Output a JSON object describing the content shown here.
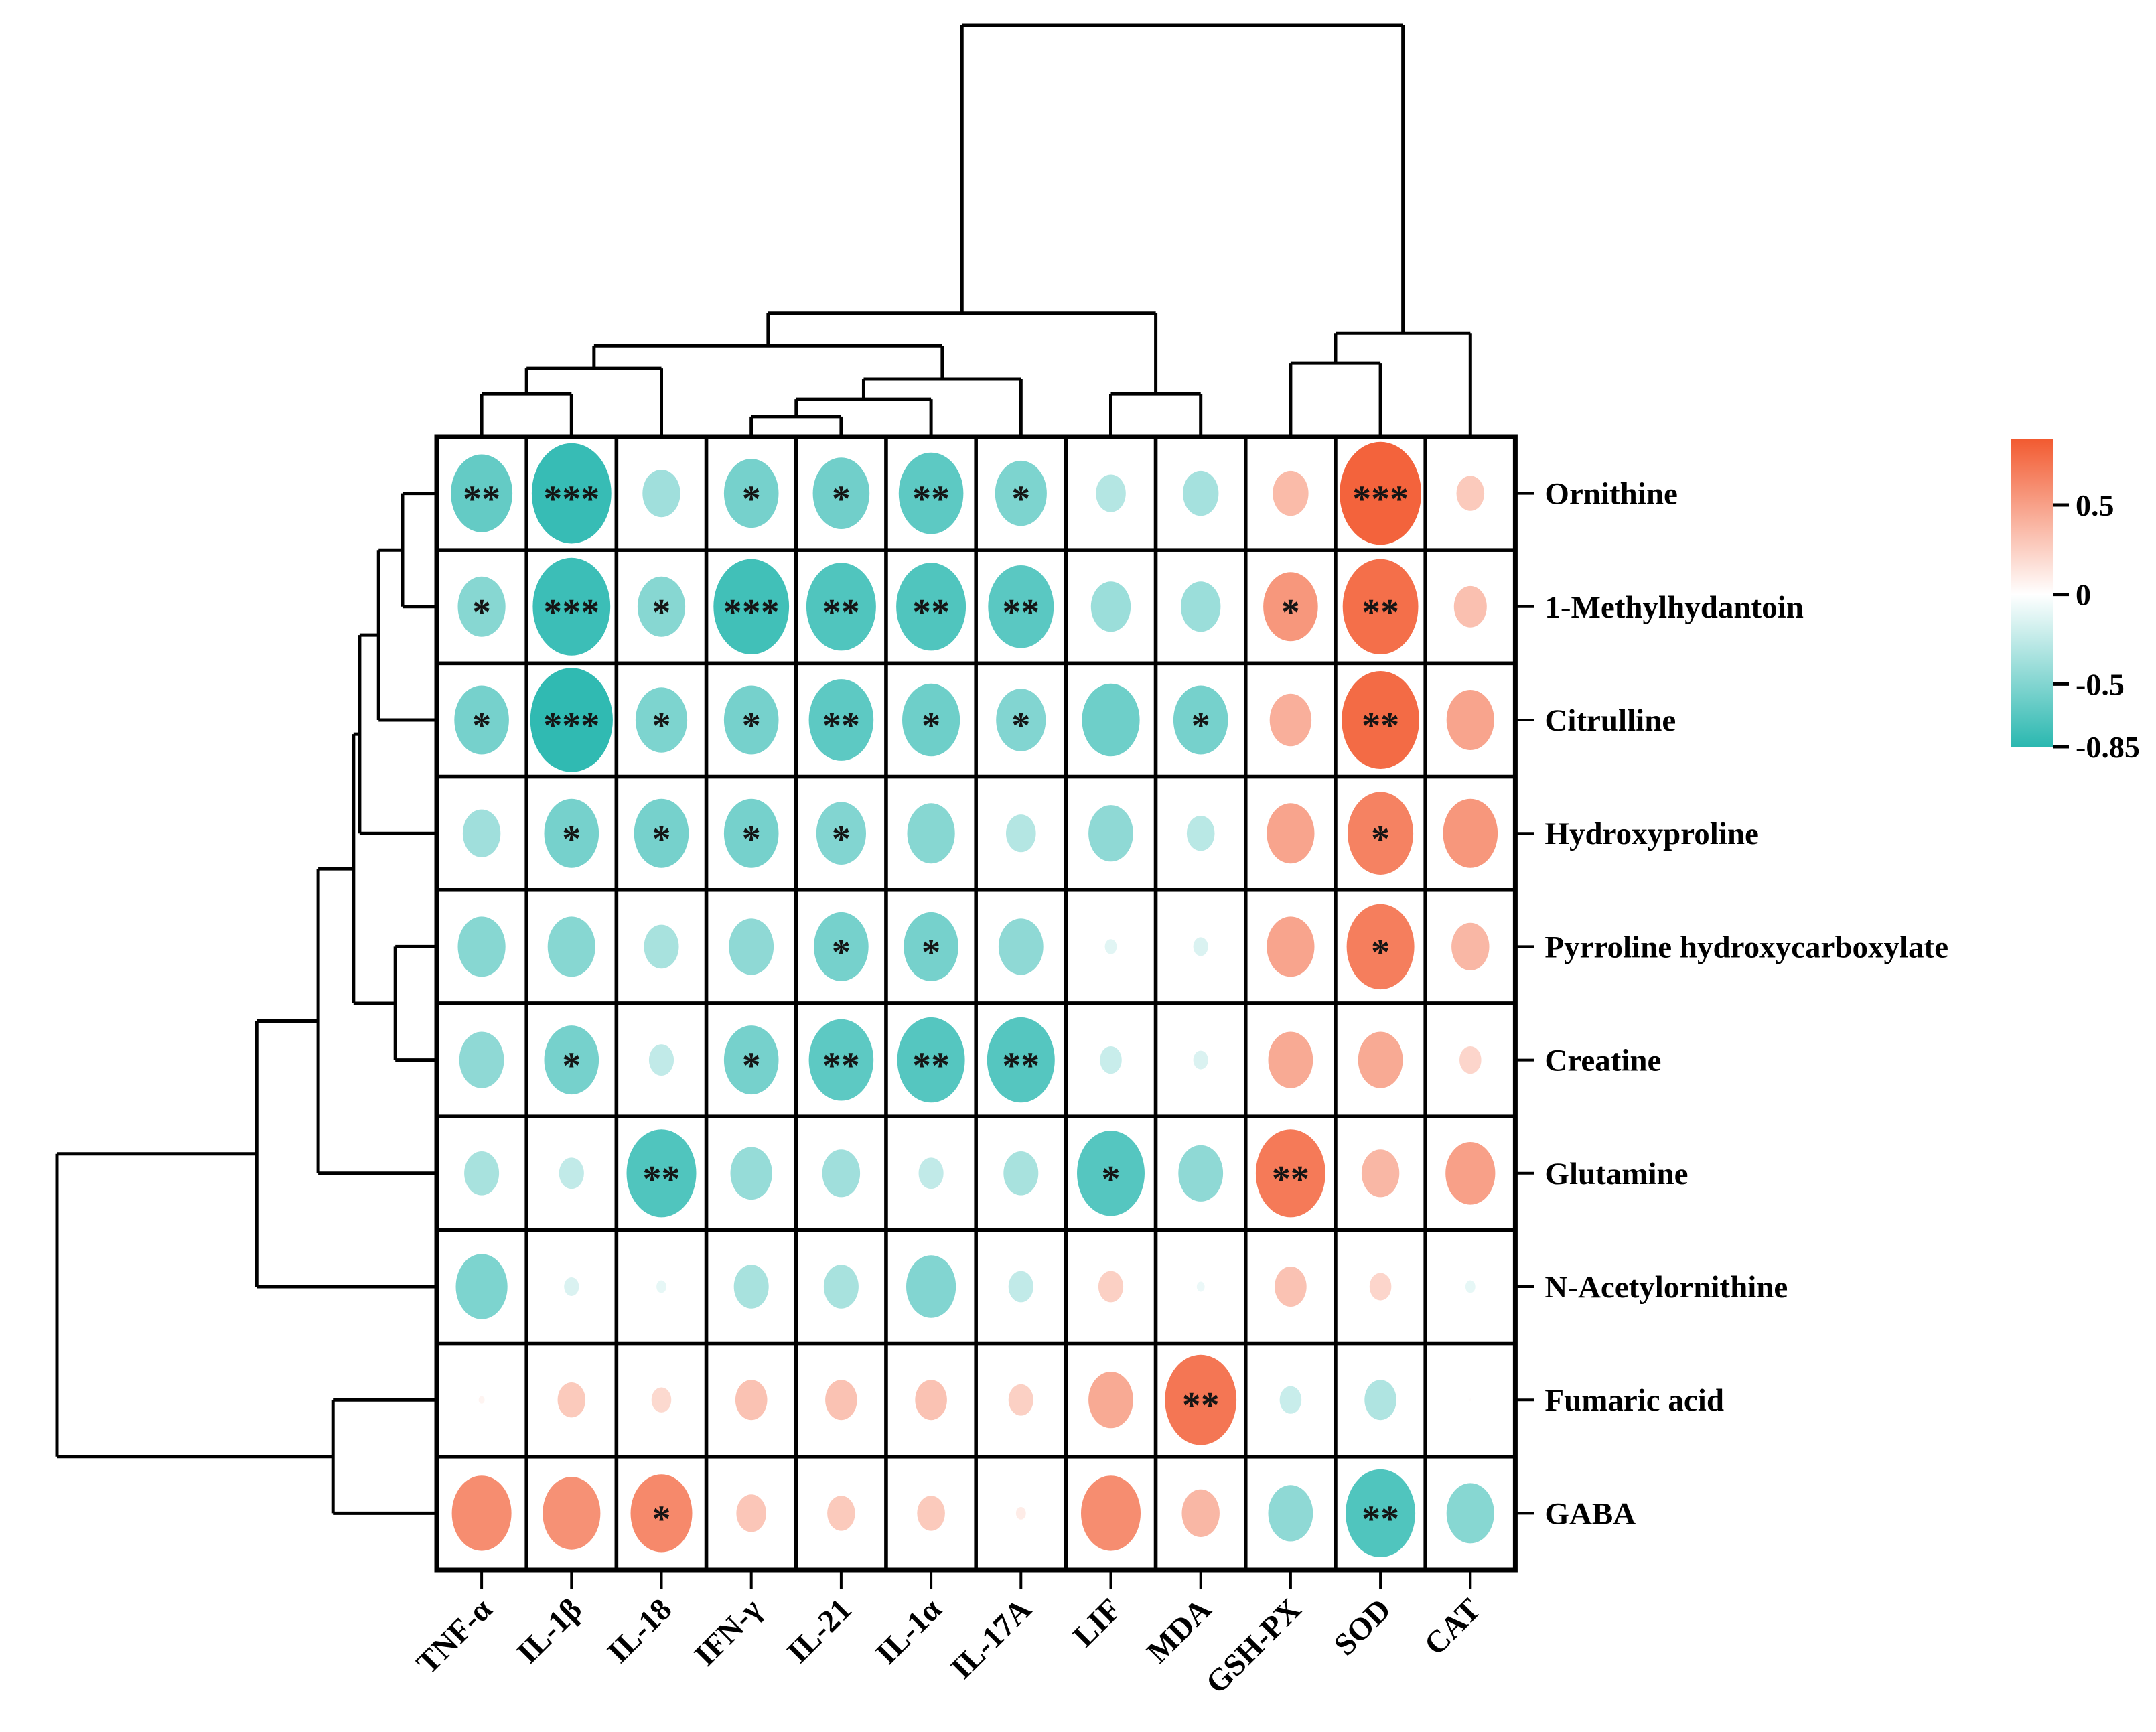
{
  "chart_data": {
    "type": "heatmap",
    "subtype": "clustered-correlation-bubble-matrix",
    "title": "",
    "columns": [
      "TNF-α",
      "IL-1β",
      "IL-18",
      "IFN-γ",
      "IL-21",
      "IL-1α",
      "IL-17A",
      "LIF",
      "MDA",
      "GSH-PX",
      "SOD",
      "CAT"
    ],
    "rows": [
      "Ornithine",
      "1-Methylhydantoin",
      "Citrulline",
      "Hydroxyproline",
      "Pyrroline hydroxycarboxylate",
      "Creatine",
      "Glutamine",
      "N-Acetylornithine",
      "Fumaric acid",
      "GABA"
    ],
    "matrix": [
      [
        -0.62,
        -0.8,
        -0.38,
        -0.55,
        -0.57,
        -0.65,
        -0.52,
        -0.3,
        -0.36,
        0.36,
        0.82,
        0.28
      ],
      [
        -0.48,
        -0.78,
        -0.48,
        -0.76,
        -0.7,
        -0.7,
        -0.66,
        -0.4,
        -0.4,
        0.55,
        0.76,
        0.33
      ],
      [
        -0.55,
        -0.83,
        -0.52,
        -0.55,
        -0.65,
        -0.58,
        -0.5,
        -0.58,
        -0.55,
        0.42,
        0.78,
        0.48
      ],
      [
        -0.38,
        -0.55,
        -0.55,
        -0.55,
        -0.5,
        -0.48,
        -0.3,
        -0.45,
        -0.28,
        0.48,
        0.66,
        0.55
      ],
      [
        -0.48,
        -0.48,
        -0.35,
        -0.45,
        -0.55,
        -0.55,
        -0.45,
        -0.12,
        -0.15,
        0.48,
        0.68,
        0.38
      ],
      [
        -0.45,
        -0.55,
        -0.25,
        -0.55,
        -0.65,
        -0.68,
        -0.68,
        -0.22,
        -0.15,
        0.45,
        0.45,
        0.22
      ],
      [
        -0.35,
        -0.25,
        -0.7,
        -0.42,
        -0.38,
        -0.25,
        -0.35,
        -0.68,
        -0.45,
        0.7,
        0.38,
        0.5
      ],
      [
        -0.52,
        -0.15,
        -0.1,
        -0.35,
        -0.35,
        -0.5,
        -0.25,
        0.25,
        -0.08,
        0.32,
        0.22,
        -0.1
      ],
      [
        0.06,
        0.28,
        0.2,
        0.32,
        0.32,
        0.32,
        0.25,
        0.45,
        0.72,
        -0.22,
        -0.32,
        0.02
      ],
      [
        0.6,
        0.58,
        0.62,
        0.3,
        0.28,
        0.28,
        0.1,
        0.6,
        0.38,
        -0.45,
        -0.7,
        -0.48
      ]
    ],
    "significance": [
      [
        "**",
        "***",
        "",
        "*",
        "*",
        "**",
        "*",
        "",
        "",
        "",
        "***",
        ""
      ],
      [
        "*",
        "***",
        "*",
        "***",
        "**",
        "**",
        "**",
        "",
        "",
        "*",
        "**",
        ""
      ],
      [
        "*",
        "***",
        "*",
        "*",
        "**",
        "*",
        "*",
        "",
        "*",
        "",
        "**",
        ""
      ],
      [
        "",
        "*",
        "*",
        "*",
        "*",
        "",
        "",
        "",
        "",
        "",
        "*",
        ""
      ],
      [
        "",
        "",
        "",
        "",
        "*",
        "*",
        "",
        "",
        "",
        "",
        "*",
        ""
      ],
      [
        "",
        "*",
        "",
        "*",
        "**",
        "**",
        "**",
        "",
        "",
        "",
        "",
        ""
      ],
      [
        "",
        "",
        "**",
        "",
        "",
        "",
        "",
        "*",
        "",
        "**",
        "",
        ""
      ],
      [
        "",
        "",
        "",
        "",
        "",
        "",
        "",
        "",
        "",
        "",
        "",
        ""
      ],
      [
        "",
        "",
        "",
        "",
        "",
        "",
        "",
        "",
        "**",
        "",
        "",
        ""
      ],
      [
        "",
        "",
        "*",
        "",
        "",
        "",
        "",
        "",
        "",
        "",
        "**",
        ""
      ]
    ],
    "column_linkage": [
      [
        "L0",
        "L1",
        0.104
      ],
      [
        "M0",
        "L2",
        0.166
      ],
      [
        "L3",
        "L4",
        0.049
      ],
      [
        "M2",
        "L5",
        0.091
      ],
      [
        "M3",
        "L6",
        0.14
      ],
      [
        "M1",
        "M4",
        0.221
      ],
      [
        "L7",
        "L8",
        0.104
      ],
      [
        "M5",
        "M6",
        0.3
      ],
      [
        "L9",
        "L10",
        0.179
      ],
      [
        "M8",
        "L11",
        0.252
      ],
      [
        "M7",
        "M9",
        1.0
      ]
    ],
    "row_linkage": [
      [
        "L0",
        "L1",
        0.09
      ],
      [
        "M0",
        "L2",
        0.153
      ],
      [
        "M1",
        "L3",
        0.203
      ],
      [
        "L4",
        "L5",
        0.109
      ],
      [
        "M2",
        "M3",
        0.219
      ],
      [
        "M4",
        "L6",
        0.312
      ],
      [
        "M5",
        "L7",
        0.474
      ],
      [
        "L8",
        "L9",
        0.273
      ],
      [
        "M6",
        "M7",
        1.0
      ]
    ],
    "colorbar": {
      "tick_labels": [
        "0.5",
        "0",
        "-0.5",
        "-0.85"
      ],
      "tick_values": [
        0.5,
        0,
        -0.5,
        -0.85
      ],
      "vmax": 0.87,
      "vmin": -0.85,
      "positive_color": "#F25A30",
      "zero_color": "#FFFFFF",
      "negative_color": "#2BB8B0",
      "position": "right"
    },
    "style": {
      "line_color": "#000000",
      "star_color": "#151515",
      "grid": "on",
      "legend_position": "right"
    }
  }
}
